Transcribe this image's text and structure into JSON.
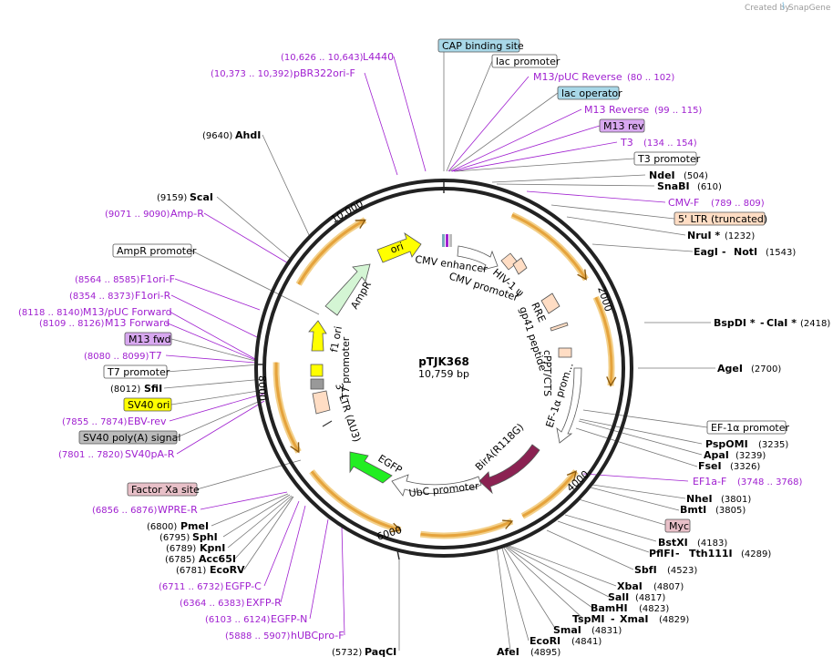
{
  "credit": {
    "text": "Created by",
    "brand": "SnapGene"
  },
  "plasmid": {
    "name": "pTJK368",
    "length": "10,759 bp"
  },
  "ticks": [
    "2000",
    "4000",
    "6000",
    "8000",
    "10,000"
  ],
  "colors": {
    "primer": "#a020d0",
    "ampR": "#d4f5d4",
    "ori": "#ffff00",
    "egfp": "#22ee22",
    "birA": "#8b2252",
    "orf": "#e5a33c",
    "ltr": "#ffddc4",
    "promoter": "#ffffff",
    "f1ori": "#ffff00"
  },
  "inner_features": [
    {
      "name": "ori",
      "text": "ori"
    },
    {
      "name": "ampr",
      "text": "AmpR"
    },
    {
      "name": "f1-ori",
      "text": "f1 ori"
    },
    {
      "name": "t7-promoter",
      "text": "T7 promoter"
    },
    {
      "name": "3-ltr",
      "text": "3' LTR (ΔU3)"
    },
    {
      "name": "egfp",
      "text": "EGFP"
    },
    {
      "name": "ubc-promoter",
      "text": "UbC promoter"
    },
    {
      "name": "bira",
      "text": "BirA(R118G)"
    },
    {
      "name": "ef1a-promoter",
      "text": "EF-1α prom..."
    },
    {
      "name": "cppt-cts",
      "text": "cPPT/CTS"
    },
    {
      "name": "gp41-peptide",
      "text": "gp41 peptide"
    },
    {
      "name": "rre",
      "text": "RRE"
    },
    {
      "name": "hiv1-psi",
      "text": "HIV-1 ψ"
    },
    {
      "name": "cmv-promoter",
      "text": "CMV promoter"
    },
    {
      "name": "cmv-enhancer",
      "text": "CMV enhancer"
    }
  ],
  "boxed_labels": [
    {
      "name": "cap-binding-site",
      "text": "CAP binding site"
    },
    {
      "name": "lac-promoter",
      "text": "lac promoter"
    },
    {
      "name": "lac-operator",
      "text": "lac operator"
    },
    {
      "name": "m13-rev",
      "text": "M13 rev"
    },
    {
      "name": "t3-promoter",
      "text": "T3 promoter"
    },
    {
      "name": "5-ltr",
      "text": "5' LTR (truncated)"
    },
    {
      "name": "ef1a-promoter-box",
      "text": "EF-1α promoter"
    },
    {
      "name": "myc",
      "text": "Myc"
    },
    {
      "name": "ampr-promoter",
      "text": "AmpR promoter"
    },
    {
      "name": "m13-fwd",
      "text": "M13 fwd"
    },
    {
      "name": "t7-promoter-box",
      "text": "T7 promoter"
    },
    {
      "name": "sv40-ori",
      "text": "SV40 ori"
    },
    {
      "name": "sv40-polya",
      "text": "SV40 poly(A) signal"
    },
    {
      "name": "factor-xa",
      "text": "Factor Xa site"
    }
  ],
  "primers": [
    {
      "name": "L4440",
      "pos": "(10,626 .. 10,643)"
    },
    {
      "name": "pBR322ori-F",
      "pos": "(10,373 .. 10,392)"
    },
    {
      "name": "M13/pUC Reverse",
      "pos": "(80 .. 102)"
    },
    {
      "name": "M13 Reverse",
      "pos": "(99 .. 115)"
    },
    {
      "name": "T3",
      "pos": "(134 .. 154)"
    },
    {
      "name": "CMV-F",
      "pos": "(789 .. 809)"
    },
    {
      "name": "Amp-R",
      "pos": "(9071 .. 9090)"
    },
    {
      "name": "F1ori-F",
      "pos": "(8564 .. 8585)"
    },
    {
      "name": "F1ori-R",
      "pos": "(8354 .. 8373)"
    },
    {
      "name": "M13/pUC Forward",
      "pos": "(8118 .. 8140)"
    },
    {
      "name": "M13 Forward",
      "pos": "(8109 .. 8126)"
    },
    {
      "name": "T7",
      "pos": "(8080 .. 8099)"
    },
    {
      "name": "EBV-rev",
      "pos": "(7855 .. 7874)"
    },
    {
      "name": "SV40pA-R",
      "pos": "(7801 .. 7820)"
    },
    {
      "name": "WPRE-R",
      "pos": "(6856 .. 6876)"
    },
    {
      "name": "EGFP-C",
      "pos": "(6711 .. 6732)"
    },
    {
      "name": "EXFP-R",
      "pos": "(6364 .. 6383)"
    },
    {
      "name": "EGFP-N",
      "pos": "(6103 .. 6124)"
    },
    {
      "name": "hUBCpro-F",
      "pos": "(5888 .. 5907)"
    },
    {
      "name": "EF1a-F",
      "pos": "(3748 .. 3768)"
    }
  ],
  "enzymes": [
    {
      "name": "AhdI",
      "pos": "(9640)"
    },
    {
      "name": "ScaI",
      "pos": "(9159)"
    },
    {
      "name": "SfiI",
      "pos": "(8012)"
    },
    {
      "name": "NdeI",
      "pos": "(504)"
    },
    {
      "name": "SnaBI",
      "pos": "(610)"
    },
    {
      "name": "NruI *",
      "pos": "(1232)"
    },
    {
      "name": "EagI",
      "sep": " - ",
      "name2": "NotI",
      "pos": "(1543)"
    },
    {
      "name": "BspDI *",
      "sep": " - ",
      "name2": "ClaI *",
      "pos": "(2418)"
    },
    {
      "name": "AgeI",
      "pos": "(2700)"
    },
    {
      "name": "PspOMI",
      "pos": "(3235)"
    },
    {
      "name": "ApaI",
      "pos": "(3239)"
    },
    {
      "name": "FseI",
      "pos": "(3326)"
    },
    {
      "name": "NheI",
      "pos": "(3801)"
    },
    {
      "name": "BmtI",
      "pos": "(3805)"
    },
    {
      "name": "BstXI",
      "pos": "(4183)"
    },
    {
      "name": "PflFI",
      "sep": " - ",
      "name2": "Tth111I",
      "pos": "(4289)"
    },
    {
      "name": "SbfI",
      "pos": "(4523)"
    },
    {
      "name": "XbaI",
      "pos": "(4807)"
    },
    {
      "name": "SalI",
      "pos": "(4817)"
    },
    {
      "name": "BamHI",
      "pos": "(4823)"
    },
    {
      "name": "TspMI",
      "sep": " - ",
      "name2": "XmaI",
      "pos": "(4829)"
    },
    {
      "name": "SmaI",
      "pos": "(4831)"
    },
    {
      "name": "EcoRI",
      "pos": "(4841)"
    },
    {
      "name": "AfeI",
      "pos": "(4895)"
    },
    {
      "name": "PaqCI",
      "pos": "(5732)"
    },
    {
      "name": "PmeI",
      "pos": "(6800)"
    },
    {
      "name": "SphI",
      "pos": "(6795)"
    },
    {
      "name": "KpnI",
      "pos": "(6789)"
    },
    {
      "name": "Acc65I",
      "pos": "(6785)"
    },
    {
      "name": "EcoRV",
      "pos": "(6781)"
    }
  ]
}
